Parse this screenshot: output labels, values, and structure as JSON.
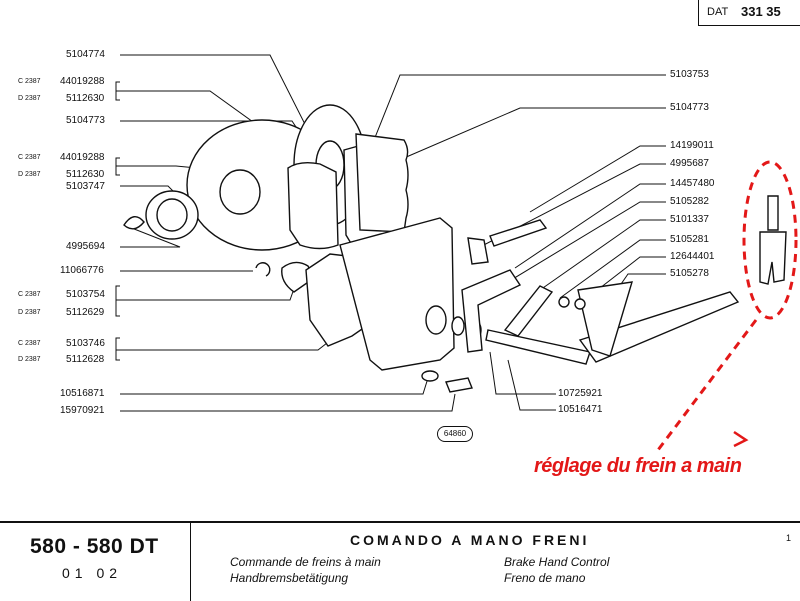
{
  "document": {
    "dat_label": "DAT",
    "dat_number": "331 35",
    "reference_code": "64860",
    "adjustment_note": "réglage du frein a main",
    "parts_left": [
      {
        "variant": "",
        "number": "5104774"
      },
      {
        "variant": "C 2387",
        "number": "44019288"
      },
      {
        "variant": "D 2387",
        "number": "5112630"
      },
      {
        "variant": "",
        "number": "5104773"
      },
      {
        "variant": "C 2387",
        "number": "44019288"
      },
      {
        "variant": "D 2387",
        "number": "5112630"
      },
      {
        "variant": "",
        "number": "5103747"
      },
      {
        "variant": "",
        "number": "4995694"
      },
      {
        "variant": "",
        "number": "11066776"
      },
      {
        "variant": "C 2387",
        "number": "5103754"
      },
      {
        "variant": "D 2387",
        "number": "5112629"
      },
      {
        "variant": "C 2387",
        "number": "5103746"
      },
      {
        "variant": "D 2387",
        "number": "5112628"
      },
      {
        "variant": "",
        "number": "10516871"
      },
      {
        "variant": "",
        "number": "15970921"
      }
    ],
    "parts_right": [
      "5103753",
      "5104773",
      "14199011",
      "4995687",
      "14457480",
      "5105282",
      "5101337",
      "5105281",
      "12644401",
      "5105278"
    ],
    "parts_bottom": [
      "10725921",
      "10516471"
    ]
  },
  "footer": {
    "model": "580 - 580 DT",
    "model_codes": "01   02",
    "title": "COMANDO A MANO FRENI",
    "french": "Commande de freins à main",
    "german": "Handbremsbetätigung",
    "english": "Brake Hand Control",
    "italian": "Freno de mano",
    "corner_mark": "1"
  },
  "colors": {
    "ink": "#111111",
    "annotation": "#e31818",
    "paper": "#ffffff"
  }
}
